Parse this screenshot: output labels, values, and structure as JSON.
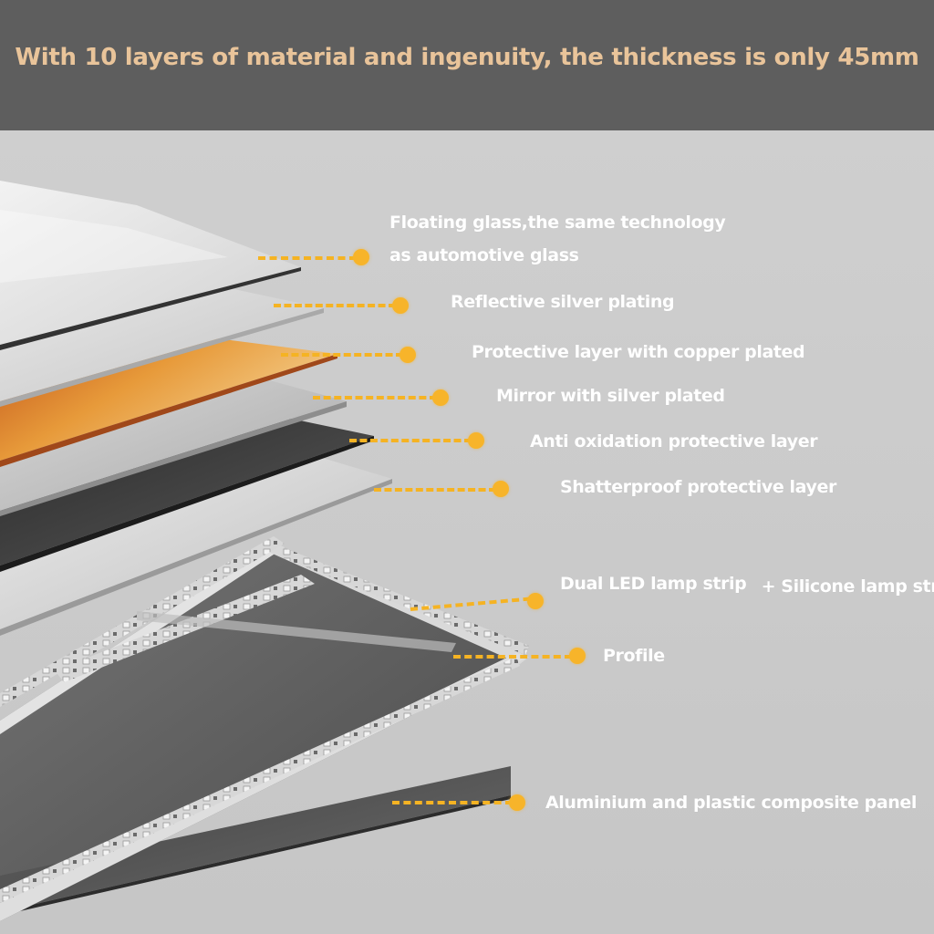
{
  "header": {
    "title": "With 10 layers of material and ingenuity, the thickness is only 45mm"
  },
  "colors": {
    "header_bg": "#5e5e5e",
    "title": "#e9c49a",
    "accent": "#f7b42a",
    "label": "#ffffff"
  },
  "callouts": [
    {
      "id": "floating-glass",
      "line1": "Floating glass,the same technology",
      "line2": "as automotive glass"
    },
    {
      "id": "reflective-silver",
      "line1": "Reflective silver plating"
    },
    {
      "id": "copper-layer",
      "line1": "Protective layer with copper plated"
    },
    {
      "id": "mirror-silver",
      "line1": "Mirror with silver plated"
    },
    {
      "id": "anti-oxidation",
      "line1": "Anti oxidation protective layer"
    },
    {
      "id": "shatterproof",
      "line1": "Shatterproof protective layer"
    },
    {
      "id": "led-strip",
      "line1": "Dual LED lamp strip",
      "line2": "+ Silicone lamp strip"
    },
    {
      "id": "profile",
      "line1": "Profile"
    },
    {
      "id": "composite-panel",
      "line1": "Aluminium and plastic composite panel"
    }
  ]
}
